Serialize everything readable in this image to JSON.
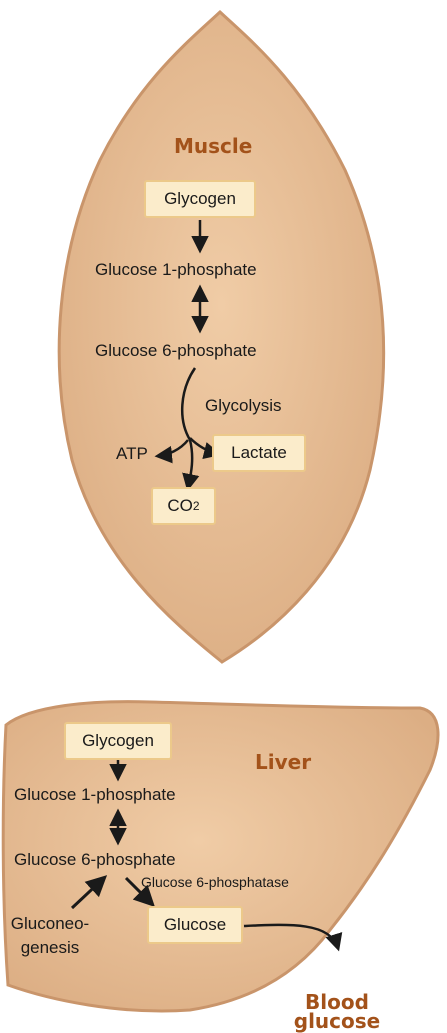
{
  "muscle": {
    "title": "Muscle",
    "glycogen": "Glycogen",
    "g1p": "Glucose 1-phosphate",
    "g6p": "Glucose 6-phosphate",
    "glycolysis": "Glycolysis",
    "atp": "ATP",
    "lactate": "Lactate",
    "co2": "CO",
    "co2_sub": "2"
  },
  "liver": {
    "title": "Liver",
    "glycogen": "Glycogen",
    "g1p": "Glucose 1-phosphate",
    "g6p": "Glucose 6-phosphate",
    "g6pase": "Glucose 6-phosphatase",
    "gluconeo_1": "Gluconeo-",
    "gluconeo_2": "genesis",
    "glucose": "Glucose",
    "blood_1": "Blood",
    "blood_2": "glucose"
  },
  "colors": {
    "organ_fill": "#e6be97",
    "organ_edge": "#c9956b",
    "box_fill": "#fbeccb",
    "title_color": "#a3521a"
  }
}
